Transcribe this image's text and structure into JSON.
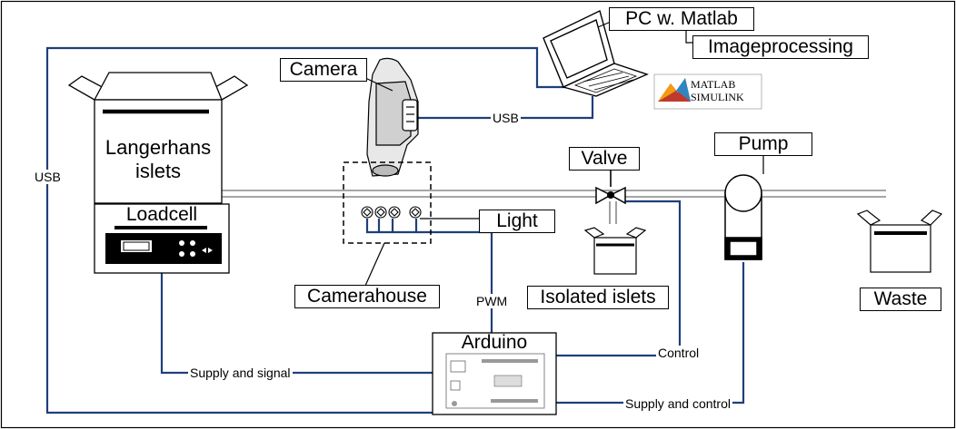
{
  "nodes": {
    "pc": "PC w. Matlab",
    "imageprocessing": "Imageprocessing",
    "camera": "Camera",
    "langerhans": [
      "Langerhans",
      "islets"
    ],
    "loadcell": "Loadcell",
    "valve": "Valve",
    "pump": "Pump",
    "light": "Light",
    "camerahouse": "Camerahouse",
    "isolated": "Isolated islets",
    "waste": "Waste",
    "arduino": "Arduino"
  },
  "connections": {
    "usb_camera": "USB",
    "usb_left": "USB",
    "pwm": "PWM",
    "supply_signal": "Supply and signal",
    "control": "Control",
    "supply_control": "Supply and control"
  },
  "logo": {
    "line1": "MATLAB",
    "line2": "SIMULINK"
  },
  "colors": {
    "wire": "#1f3f7a",
    "outline": "#000000",
    "tube": "#7f7f7f"
  }
}
